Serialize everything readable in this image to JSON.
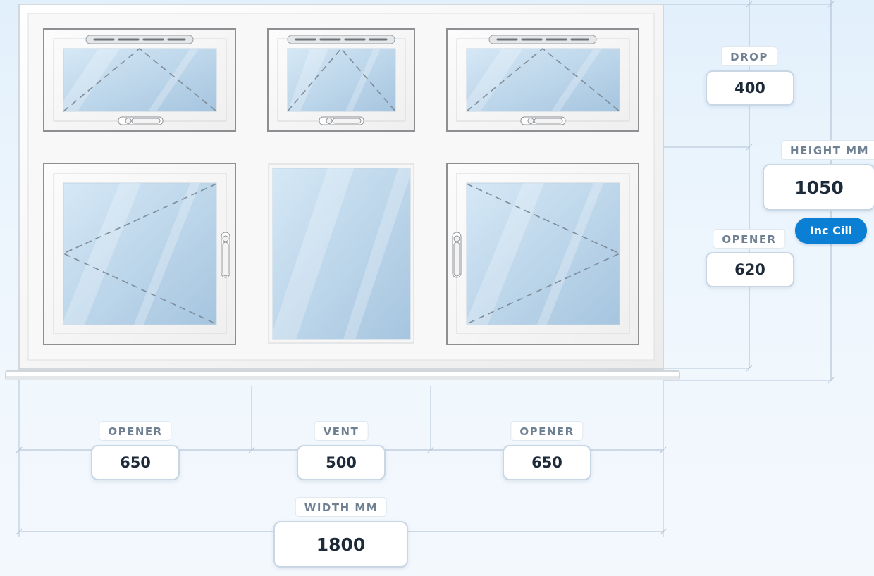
{
  "window_config": {
    "pane_type_colors": {
      "glass_light": "#d5e8f6",
      "glass_dark": "#a6c5df",
      "frame": "#f7f7f7",
      "accent": "#0a7fd4"
    },
    "top_row": [
      {
        "type": "top-hung opener",
        "label": "OPENER"
      },
      {
        "type": "top-hung opener",
        "label": "VENT"
      },
      {
        "type": "top-hung opener",
        "label": "OPENER"
      }
    ]
  },
  "height_section": {
    "drop_label": "DROP",
    "drop_value": "400",
    "height_label": "HEIGHT MM",
    "height_value": "1050",
    "inc_cill_label": "Inc Cill",
    "opener_label": "OPENER",
    "opener_value": "620"
  },
  "width_section": {
    "left_label": "OPENER",
    "left_value": "650",
    "middle_label": "VENT",
    "middle_value": "500",
    "right_label": "OPENER",
    "right_value": "650",
    "total_label": "WIDTH MM",
    "total_value": "1800"
  }
}
